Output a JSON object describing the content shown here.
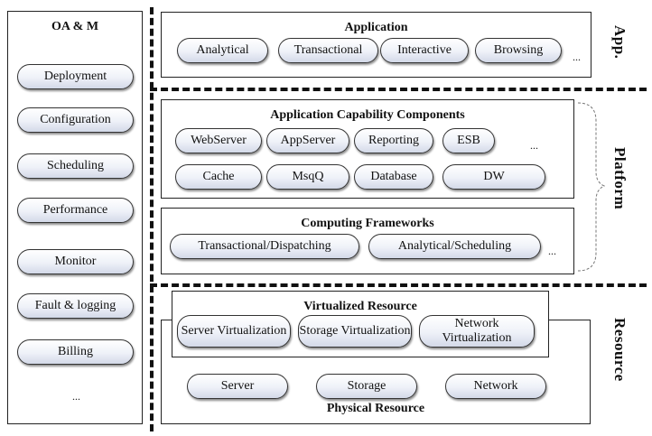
{
  "oam": {
    "title": "OA & M",
    "items": [
      "Deployment",
      "Configuration",
      "Scheduling",
      "Performance",
      "Monitor",
      "Fault & logging",
      "Billing"
    ],
    "ellipsis": "..."
  },
  "application": {
    "title": "Application",
    "items": [
      "Analytical",
      "Transactional",
      "Interactive",
      "Browsing"
    ],
    "ellipsis": "..."
  },
  "capability": {
    "title": "Application Capability Components",
    "row1": [
      "WebServer",
      "AppServer",
      "Reporting",
      "ESB"
    ],
    "row2": [
      "Cache",
      "MsqQ",
      "Database",
      "DW"
    ],
    "ellipsis": "..."
  },
  "frameworks": {
    "title": "Computing Frameworks",
    "items": [
      "Transactional/Dispatching",
      "Analytical/Scheduling"
    ],
    "ellipsis": "..."
  },
  "virtualized": {
    "title": "Virtualized Resource",
    "items": [
      "Server Virtualization",
      "Storage Virtualization",
      "Network Virtualization"
    ]
  },
  "physical": {
    "title": "Physical Resource",
    "items": [
      "Server",
      "Storage",
      "Network"
    ]
  },
  "layers": {
    "app": "App.",
    "platform": "Platform",
    "resource": "Resource"
  }
}
